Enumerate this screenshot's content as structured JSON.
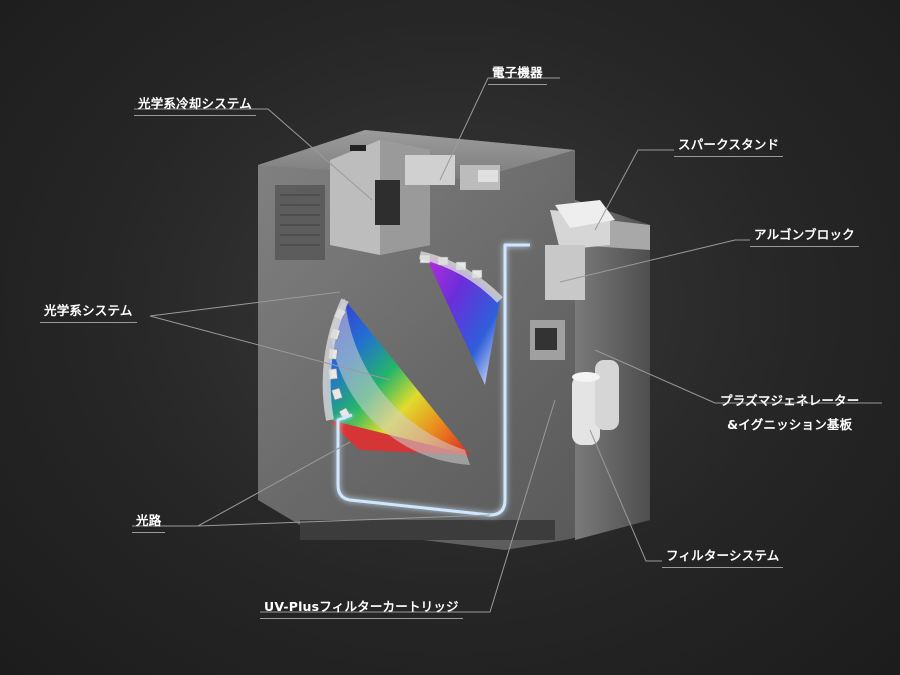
{
  "labels": {
    "electronics": "電子機器",
    "optical_cooling": "光学系冷却システム",
    "spark_stand": "スパークスタンド",
    "argon_block": "アルゴンブロック",
    "optical_system": "光学系システム",
    "plasma_line1": "プラズマジェネレーター",
    "plasma_line2": "&イグニッション基板",
    "light_path": "光路",
    "filter_system": "フィルターシステム",
    "uv_plus": "UV-Plusフィルターカートリッジ"
  },
  "colors": {
    "background": "#262626",
    "label_text": "#ffffff",
    "leader_line": "#9a9a9a",
    "light_path_glow": "#cfe8ff"
  }
}
